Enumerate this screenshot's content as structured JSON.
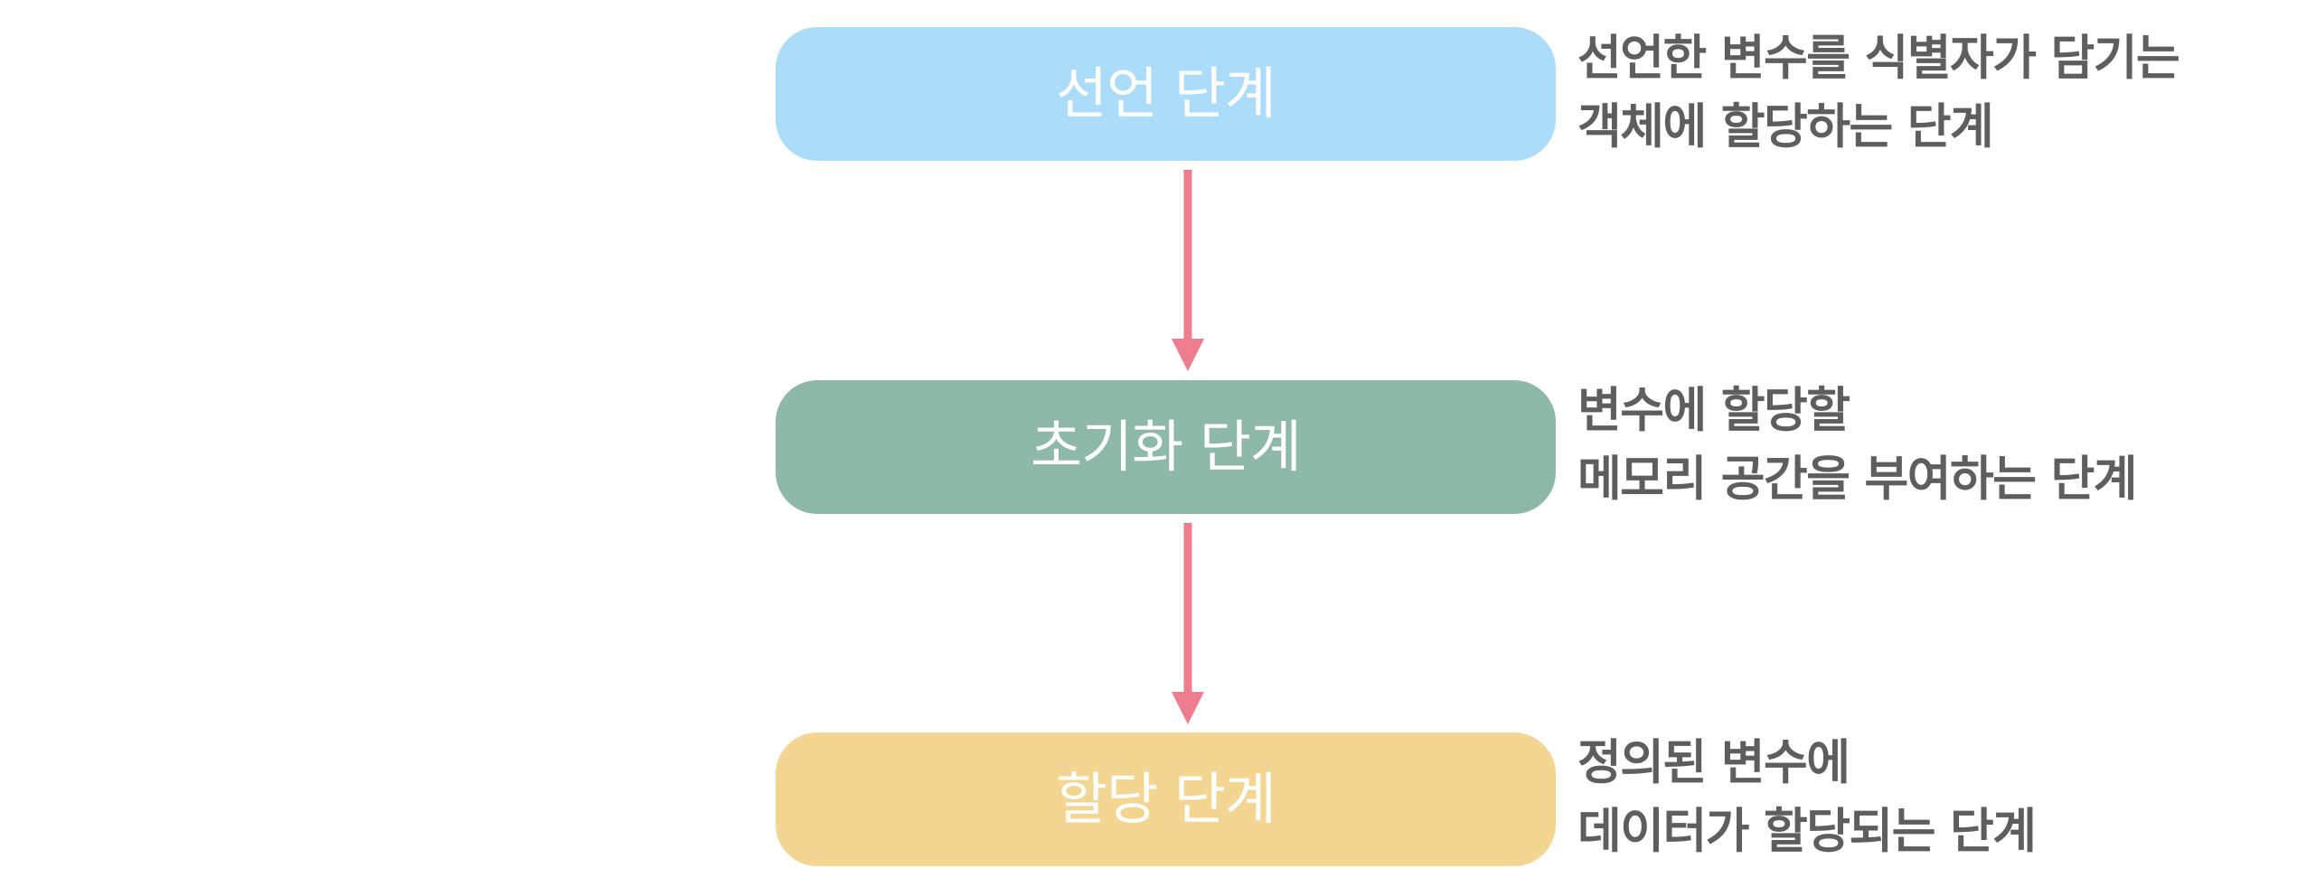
{
  "diagram": {
    "type": "vertical-flow",
    "colors": {
      "arrow": "#ee7d8d",
      "label_text": "#ffffff",
      "description_text": "#5e5e5e"
    },
    "stages": [
      {
        "label": "선언 단계",
        "color": "#abdcfa",
        "description_lines": [
          "선언한 변수를 식별자가 담기는",
          "객체에 할당하는 단계"
        ]
      },
      {
        "label": "초기화 단계",
        "color": "#8eb8a7",
        "description_lines": [
          "변수에 할당할",
          "메모리 공간을 부여하는 단계"
        ]
      },
      {
        "label": "할당 단계",
        "color": "#f2d691",
        "description_lines": [
          "정의된 변수에",
          "데이터가 할당되는 단계"
        ]
      }
    ],
    "edges": [
      {
        "from": 0,
        "to": 1,
        "icon": "arrow-down-icon"
      },
      {
        "from": 1,
        "to": 2,
        "icon": "arrow-down-icon"
      }
    ]
  }
}
